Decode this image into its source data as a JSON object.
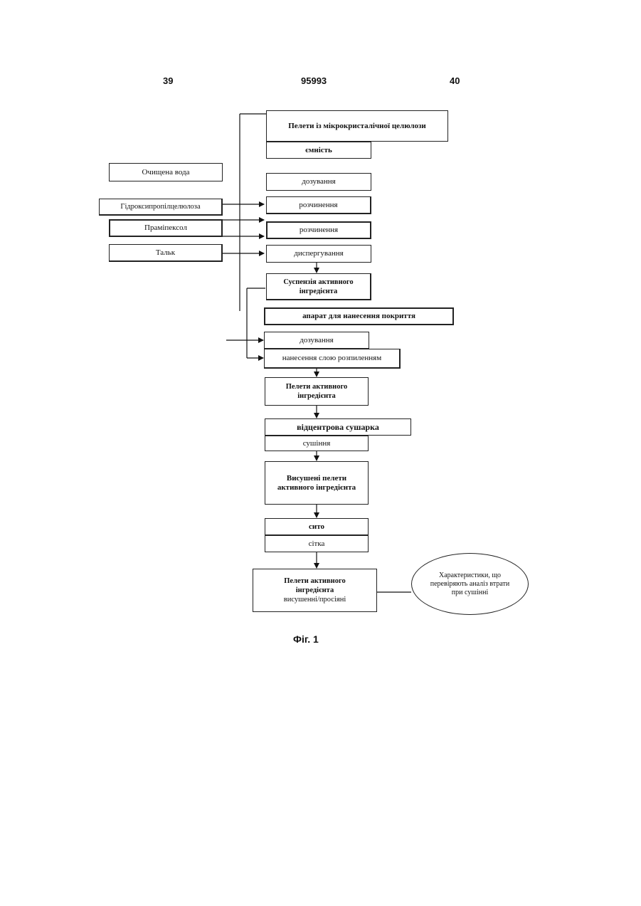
{
  "header": {
    "page_left": "39",
    "patent_number": "95993",
    "page_right": "40"
  },
  "inputs": {
    "water": "Очищена вода",
    "hpc": "Гідроксипропілцелюлоза",
    "pramipexole": "Праміпексол",
    "talc": "Тальк"
  },
  "steps": {
    "mcc_pellets": "Пелети із мікрокристалічної целюлози",
    "container": "ємність",
    "dosing_1": "дозування",
    "dissolving_1": "розчинення",
    "dissolving_2": "розчинення",
    "dispersing": "диспергування",
    "suspension": "Суспензія активного інгредієнта",
    "coating_apparatus": "апарат для нанесення покриття",
    "dosing_2": "дозування",
    "spray_layering": "нанесення слою розпиленням",
    "api_pellets": "Пелети активного інгредієнта",
    "centrifugal_dryer": "відцентрова сушарка",
    "drying": "сушіння",
    "dried_pellets": "Висушені пелети активного інгредієнта",
    "sieve": "сито",
    "mesh": "сітка",
    "final_pellets_line1": "Пелети активного інгредієнта",
    "final_pellets_line2": "висушенні/просіяні"
  },
  "characteristics": "Характеристики, що перевіряють аналіз втрати при сушінні",
  "figure_caption": "Фіг. 1"
}
